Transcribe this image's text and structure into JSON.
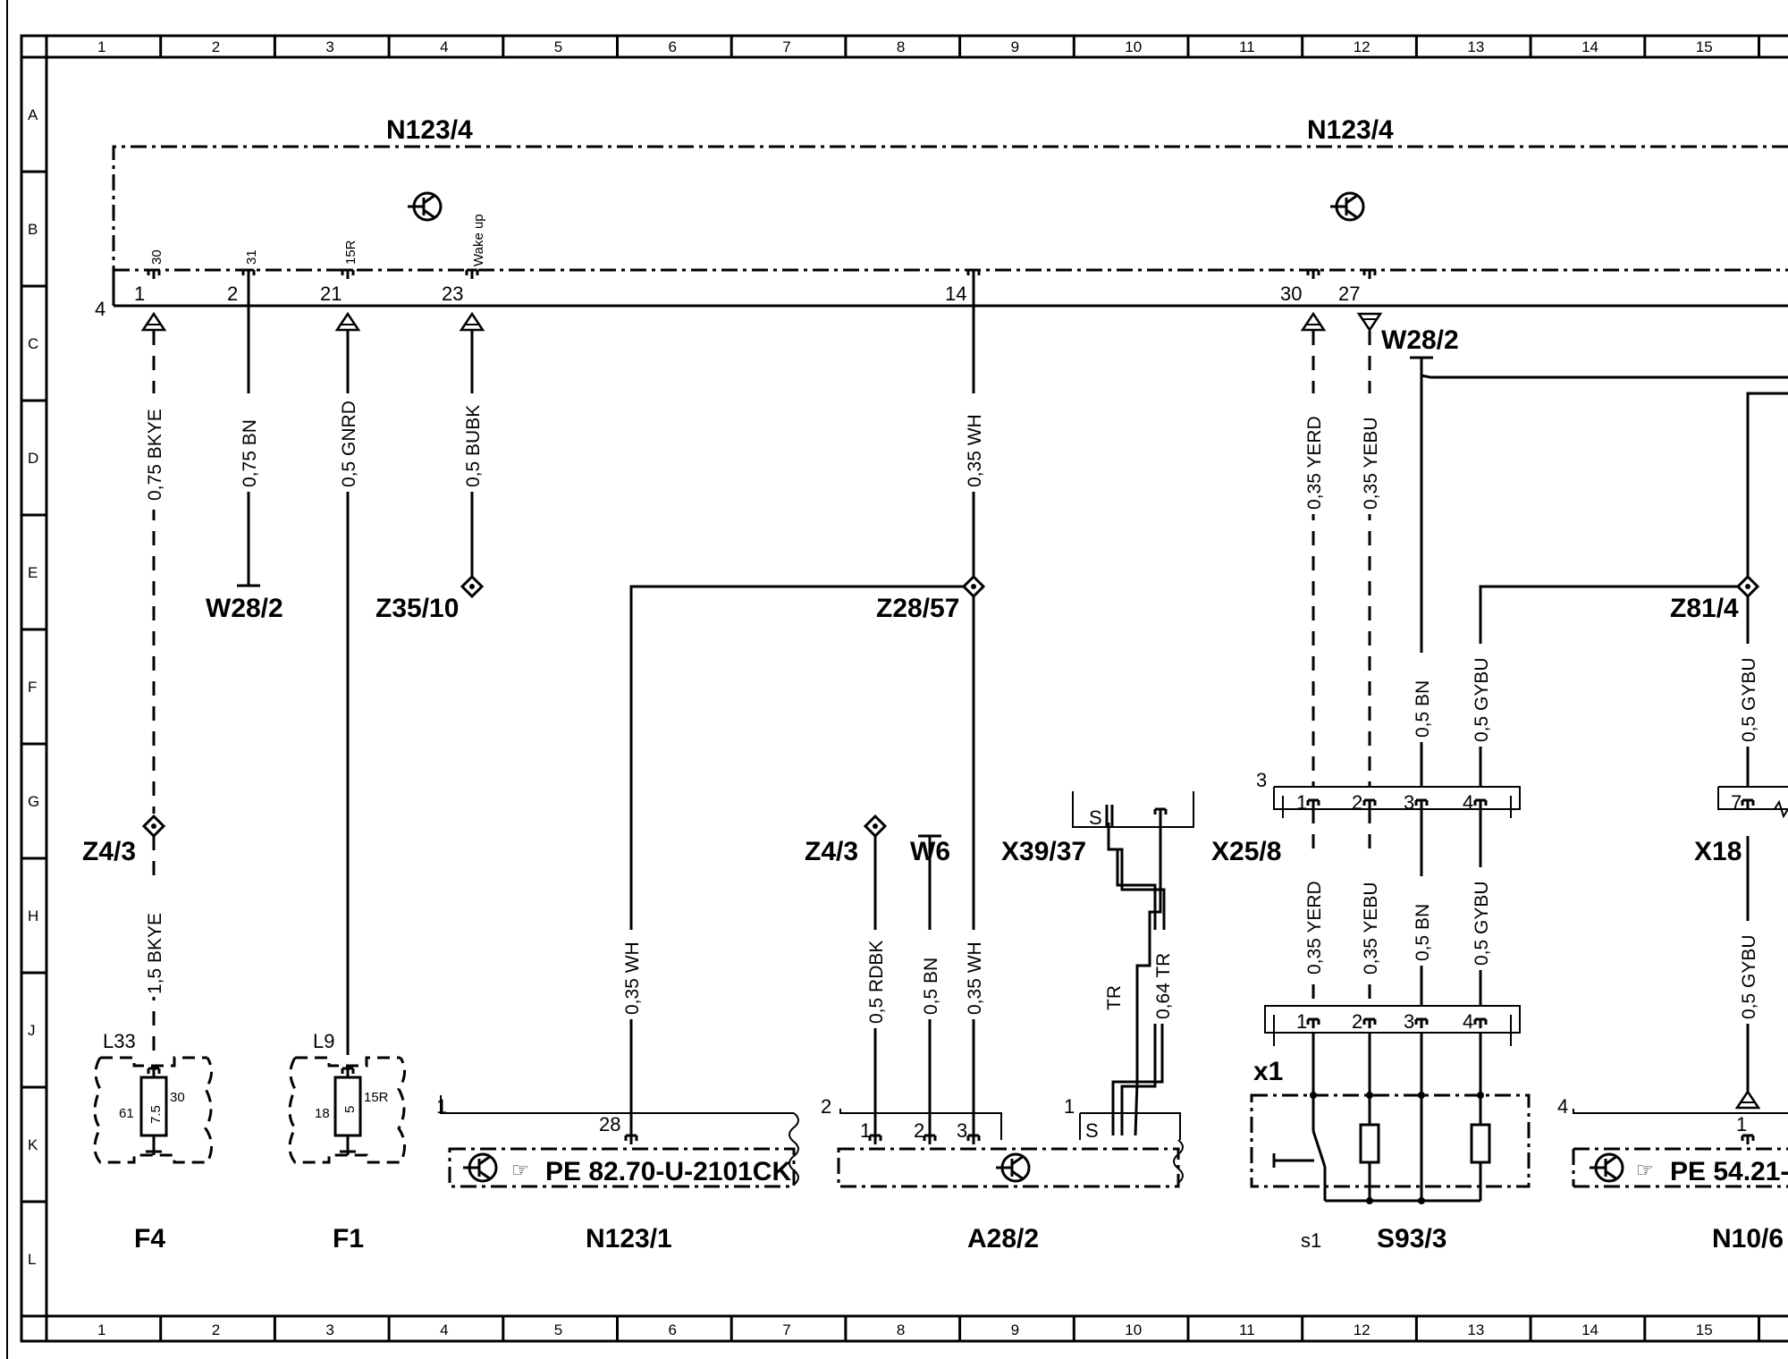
{
  "grid": {
    "columns": [
      "1",
      "2",
      "3",
      "4",
      "5",
      "6",
      "7",
      "8",
      "9",
      "10",
      "11",
      "12",
      "13",
      "14",
      "15"
    ],
    "rows": [
      "A",
      "B",
      "C",
      "D",
      "E",
      "F",
      "G",
      "H",
      "J",
      "K",
      "L"
    ]
  },
  "modules": {
    "n123_4_left": "N123/4",
    "n123_4_right": "N123/4",
    "bus_pin": "4",
    "wake_up": "Wake up"
  },
  "n123_4_pins": [
    {
      "num": "1",
      "func": "30"
    },
    {
      "num": "2",
      "func": "31"
    },
    {
      "num": "21",
      "func": "15R"
    },
    {
      "num": "23",
      "func": ""
    },
    {
      "num": "14",
      "func": ""
    },
    {
      "num": "30",
      "func": ""
    },
    {
      "num": "27",
      "func": ""
    }
  ],
  "wires": {
    "w1": "0,75 BKYE",
    "w2": "0,75 BN",
    "w3": "0,5 GNRD",
    "w4": "0,5 BUBK",
    "w5": "0,35 WH",
    "w6": "0,35 YERD",
    "w7": "0,35 YEBU",
    "w8": "1,5 BKYE",
    "w9": "0,35 WH",
    "w10": "0,5 RDBK",
    "w11": "0,5 BN",
    "w12": "0,35 WH",
    "w13": "TR",
    "w14": "0,64 TR",
    "w15": "0,5 BN",
    "w16": "0,5 GYBU",
    "w17": "0,5 GYBU",
    "w18": "0,35 YERD",
    "w19": "0,35 YEBU",
    "w20": "0,5 BN",
    "w21": "0,5 GYBU",
    "w22": "0,5 GYBU"
  },
  "labels": {
    "w28_2_left": "W28/2",
    "z35_10": "Z35/10",
    "z28_57": "Z28/57",
    "w28_2_right": "W28/2",
    "z81_4": "Z81/4",
    "z4_3_left": "Z4/3",
    "z4_3_mid": "Z4/3",
    "w6": "W6",
    "x39_37": "X39/37",
    "x25_8": "X25/8",
    "x18": "X18",
    "x1": "x1",
    "s1": "s1",
    "f4": "F4",
    "f1": "F1",
    "n123_1": "N123/1",
    "a28_2": "A28/2",
    "s93_3": "S93/3",
    "n10_6": "N10/6",
    "l33": "L33",
    "l9": "L9"
  },
  "fuses": {
    "f4": {
      "in": "61",
      "rating": "7.5",
      "out": "30"
    },
    "f1": {
      "in": "18",
      "rating": "5",
      "out": "15R"
    }
  },
  "connectors": {
    "x25_8": {
      "num": "3",
      "pins": [
        "1",
        "2",
        "3",
        "4"
      ]
    },
    "x1": {
      "pins": [
        "1",
        "2",
        "3",
        "4"
      ]
    },
    "x18": {
      "pin": "7"
    },
    "x39_37": {
      "pin": "S"
    },
    "a28_2_plug": {
      "num": "1",
      "pin": "S"
    }
  },
  "components": {
    "n123_1": {
      "num": "1",
      "pin": "28",
      "ref": "PE 82.70-U-2101CK"
    },
    "a28_2": {
      "num": "2",
      "pins": [
        "1",
        "2",
        "3"
      ]
    },
    "n10_6": {
      "num": "4",
      "pin": "1",
      "ref": "PE 54.21-"
    }
  }
}
